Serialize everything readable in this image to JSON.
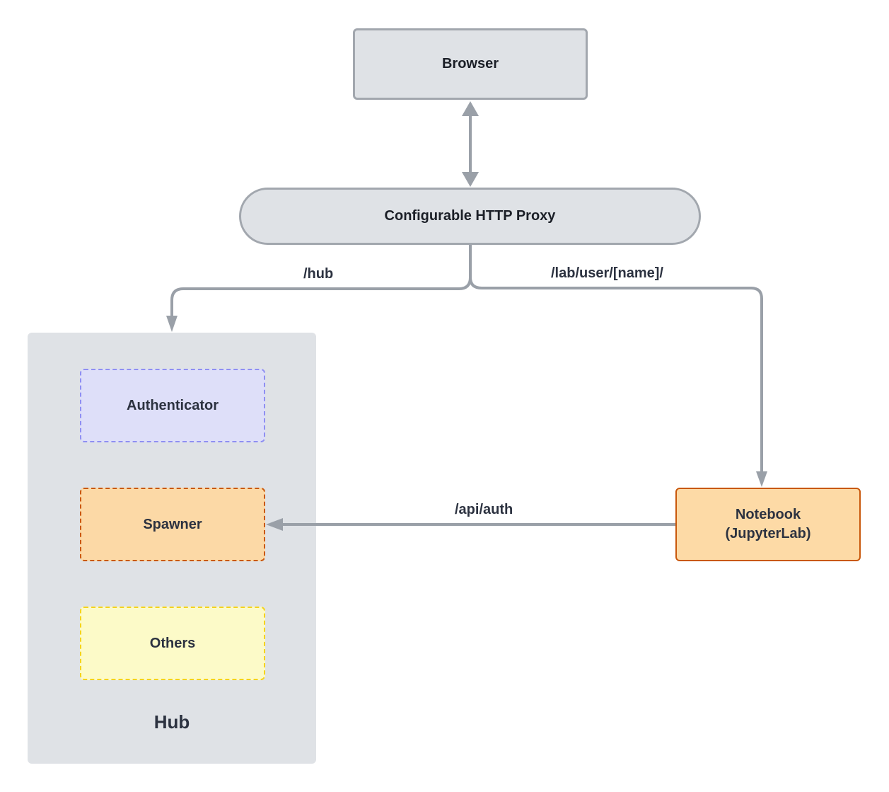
{
  "nodes": {
    "browser": "Browser",
    "proxy": "Configurable HTTP Proxy",
    "hub": "Hub",
    "authenticator": "Authenticator",
    "spawner": "Spawner",
    "others": "Others",
    "notebook_line1": "Notebook",
    "notebook_line2": "(JupyterLab)"
  },
  "edges": {
    "hub_route": "/hub",
    "lab_route": "/lab/user/[name]/",
    "api_route": "/api/auth"
  },
  "colors": {
    "connector": "#9aa0a8",
    "node_fill": "#dfe2e6",
    "authenticator_fill": "#dedff9",
    "authenticator_border": "#8f8ff2",
    "spawner_fill": "#fcd9a6",
    "spawner_border": "#c9580c",
    "others_fill": "#fcfac8",
    "others_border": "#f5d31c"
  }
}
